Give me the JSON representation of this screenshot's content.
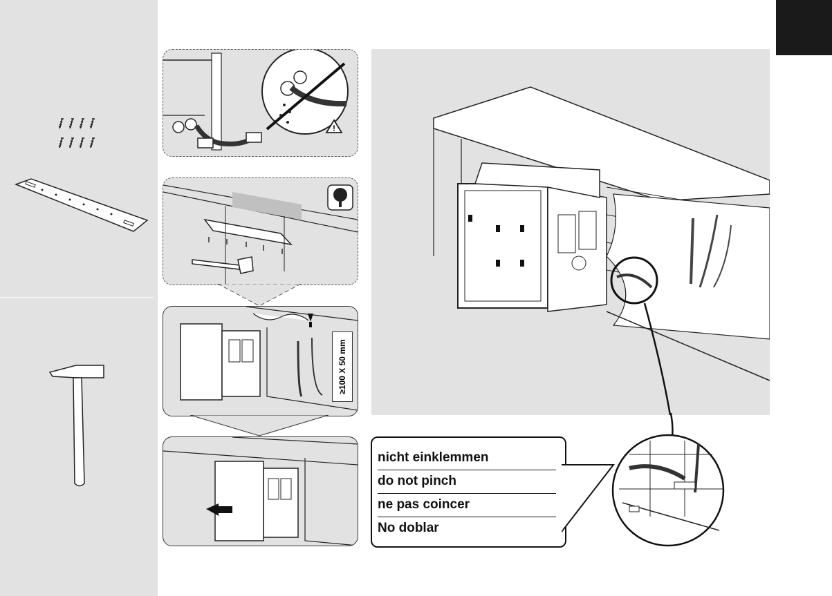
{
  "callout": {
    "lines": [
      "nicht einklemmen",
      "do not pinch",
      "ne pas coincer",
      "No doblar"
    ]
  },
  "dimension_label": "≥100 X 50 mm",
  "icons": {
    "screws": "screws-icon",
    "mounting_plate": "mounting-plate-icon",
    "hammer": "hammer-icon",
    "warning": "warning-triangle-icon",
    "tree": "tree-wood-icon"
  },
  "colors": {
    "panel_gray": "#e2e2e2",
    "corner_tab": "#1a1a1a",
    "line": "#111111"
  }
}
